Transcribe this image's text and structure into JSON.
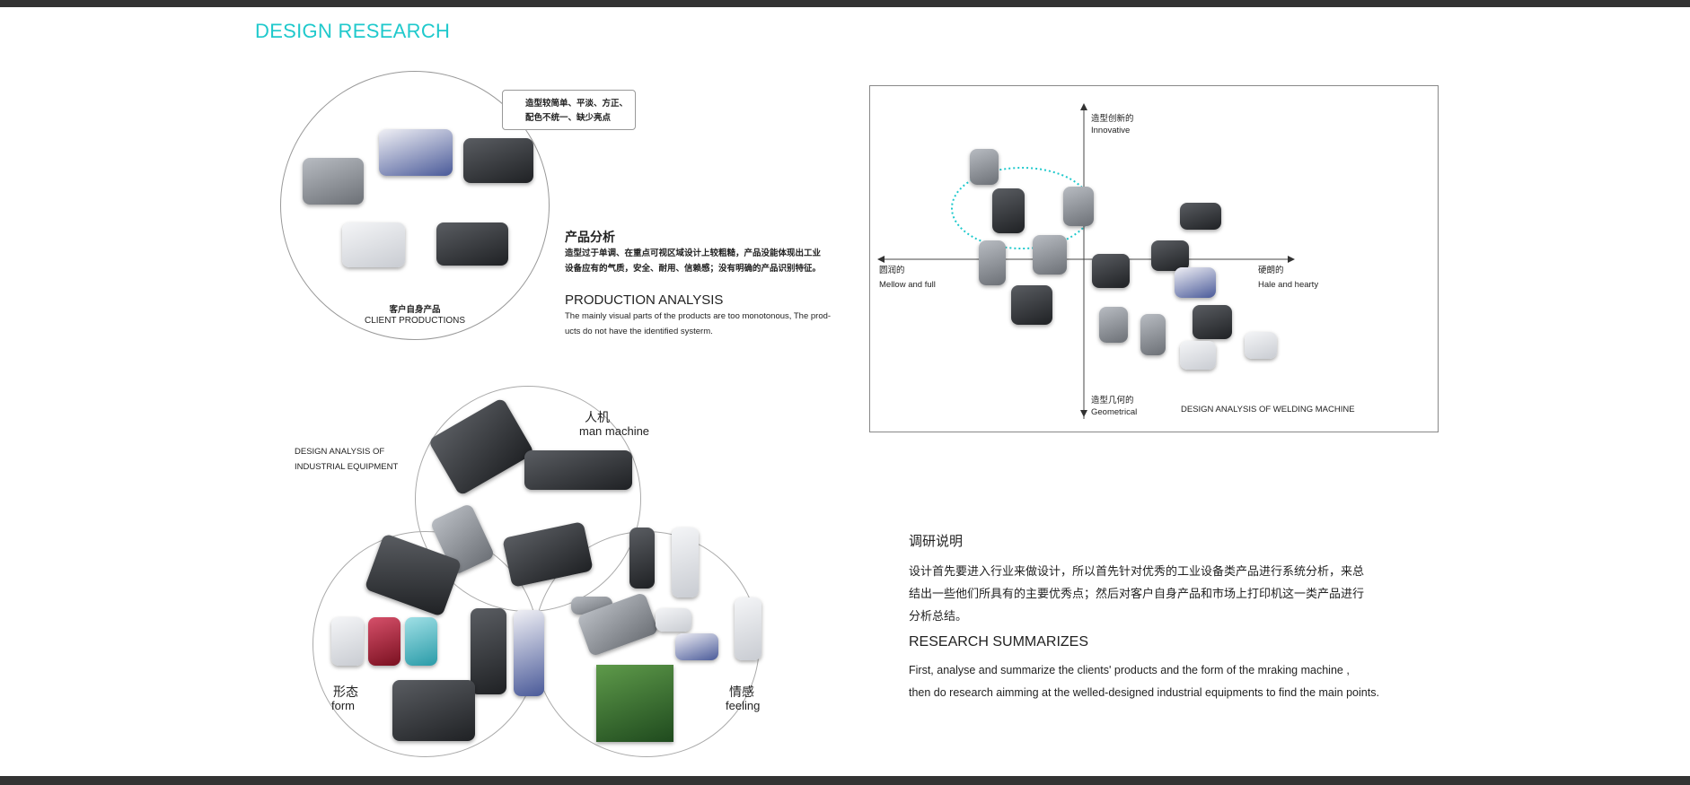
{
  "page_title": "DESIGN RESEARCH",
  "client": {
    "callout": [
      "造型较简单、平淡、方正、",
      "配色不统一、缺少亮点"
    ],
    "circle_label_cn": "客户自身产品",
    "circle_label_en": "CLIENT PRODUCTIONS",
    "analysis_title_cn": "产品分析",
    "analysis_text_cn": [
      "造型过于单调、在重点可视区域设计上较粗糙，产品没能体现出工业",
      "设备应有的气质，安全、耐用、信赖感；没有明确的产品识别特征。"
    ],
    "analysis_title_en": "PRODUCTION ANALYSIS",
    "analysis_text_en": [
      "The mainly visual parts of  the products are too monotonous,  The prod-",
      "ucts do not have the identified systerm."
    ]
  },
  "positioning_map": {
    "top_cn": "造型创新的",
    "top_en": "Innovative",
    "bottom_cn": "造型几何的",
    "bottom_en": "Geometrical",
    "left_cn": "圆润的",
    "left_en": "Mellow and full",
    "right_cn": "硬朗的",
    "right_en": "Hale and hearty",
    "caption": "DESIGN ANALYSIS OF WELDING MACHINE",
    "highlight_color": "#1fc9cc"
  },
  "industrial": {
    "title": [
      "DESIGN ANALYSIS OF",
      "INDUSTRIAL EQUIPMENT"
    ],
    "top_cn": "人机",
    "top_en": "man machine",
    "left_cn": "形态",
    "left_en": "form",
    "right_cn": "情感",
    "right_en": "feeling"
  },
  "summary": {
    "title_cn": "调研说明",
    "text_cn": [
      "设计首先要进入行业来做设计，所以首先针对优秀的工业设备类产品进行系统分析，来总",
      "结出一些他们所具有的主要优秀点；然后对客户自身产品和市场上打印机这一类产品进行",
      "分析总结。"
    ],
    "title_en": "RESEARCH SUMMARIZES",
    "text_en": [
      "First, analyse and summarize the clients' products and the form of the mraking machine ,",
      "then do research aimming at the welled-designed industrial equipments to find the main points."
    ]
  },
  "colors": {
    "accent": "#1fc9cc",
    "frame": "#333333"
  }
}
